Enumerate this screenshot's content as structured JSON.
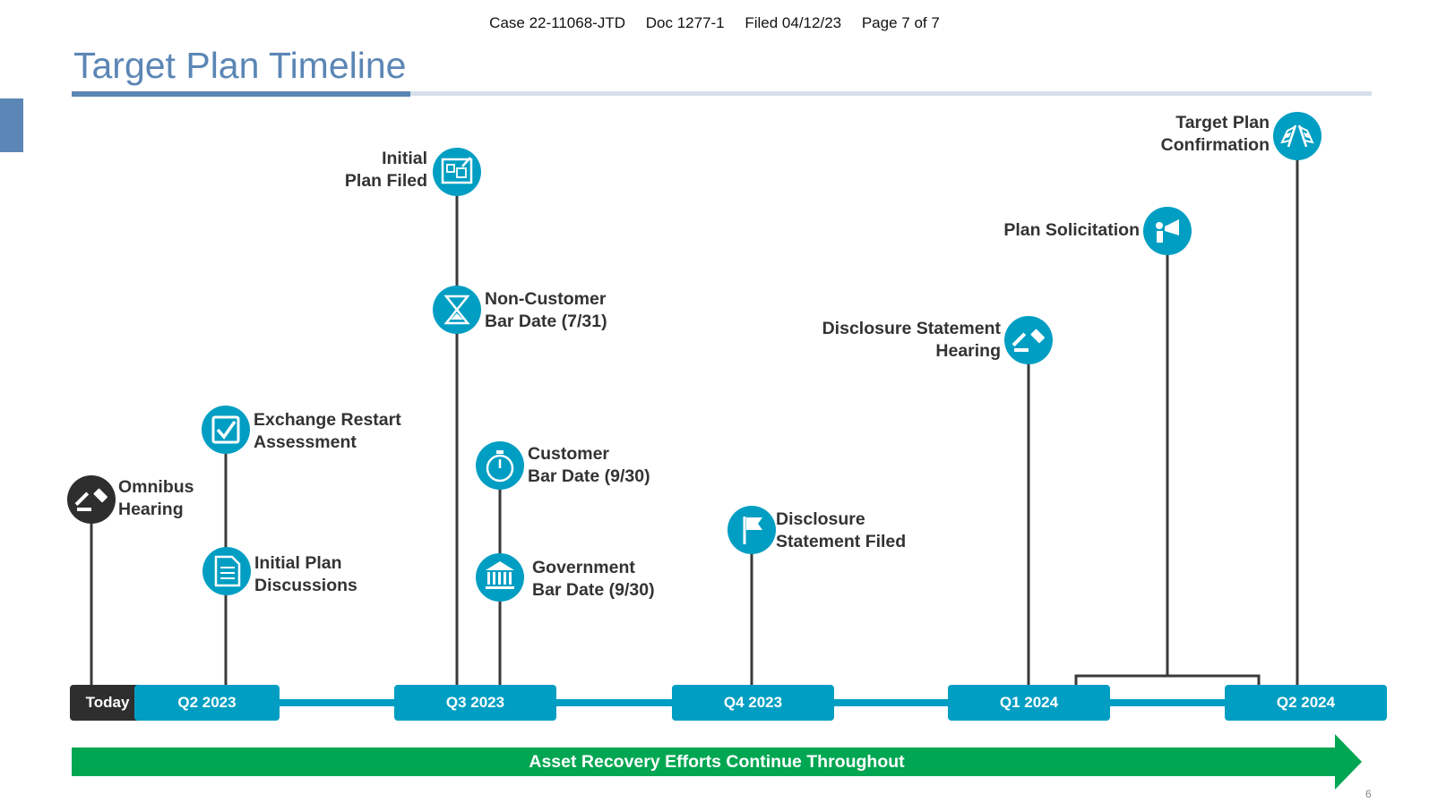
{
  "header": {
    "case": "Case 22-11068-JTD",
    "doc": "Doc 1277-1",
    "filed": "Filed 04/12/23",
    "page": "Page 7 of 7"
  },
  "title": "Target Plan Timeline",
  "today_label": "Today",
  "quarters": [
    "Q2 2023",
    "Q3 2023",
    "Q4 2023",
    "Q1 2024",
    "Q2 2024"
  ],
  "milestones": {
    "omnibus_hearing": {
      "label": "Omnibus\nHearing",
      "icon": "gavel-icon"
    },
    "exchange_restart": {
      "label": "Exchange Restart\nAssessment",
      "icon": "checkbox-icon"
    },
    "initial_plan_discussions": {
      "label": "Initial Plan\nDiscussions",
      "icon": "document-icon"
    },
    "initial_plan_filed": {
      "label": "Initial\nPlan Filed",
      "icon": "blueprint-icon"
    },
    "non_customer_bar_date": {
      "label": "Non-Customer\nBar Date (7/31)",
      "icon": "hourglass-icon"
    },
    "customer_bar_date": {
      "label": "Customer\nBar Date (9/30)",
      "icon": "stopwatch-icon"
    },
    "government_bar_date": {
      "label": "Government\nBar Date (9/30)",
      "icon": "government-building-icon"
    },
    "disclosure_statement_filed": {
      "label": "Disclosure\nStatement Filed",
      "icon": "flag-icon"
    },
    "disclosure_statement_hearing": {
      "label": "Disclosure Statement\nHearing",
      "icon": "gavel-icon"
    },
    "plan_solicitation": {
      "label": "Plan Solicitation",
      "icon": "megaphone-icon"
    },
    "target_plan_confirmation": {
      "label": "Target Plan\nConfirmation",
      "icon": "checkered-flags-icon"
    }
  },
  "banner": "Asset Recovery Efforts Continue Throughout",
  "page_number": "6",
  "colors": {
    "accent": "#009ec3",
    "title_blue": "#5b86b5",
    "dark": "#2e2e2e",
    "arrow_green": "#00a651"
  }
}
